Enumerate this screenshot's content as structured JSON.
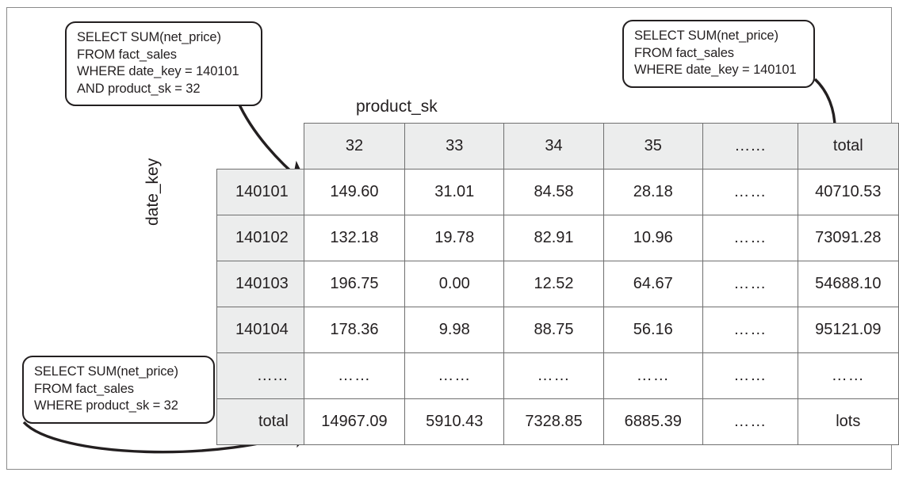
{
  "axis_labels": {
    "columns": "product_sk",
    "rows": "date_key"
  },
  "callouts": {
    "cell_query": {
      "name": "single-cell-query",
      "lines": [
        "SELECT SUM(net_price)",
        "FROM fact_sales",
        "WHERE date_key = 140101",
        "AND product_sk = 32"
      ]
    },
    "row_total_query": {
      "name": "row-total-query",
      "lines": [
        "SELECT SUM(net_price)",
        "FROM fact_sales",
        "WHERE date_key = 140101"
      ]
    },
    "column_total_query": {
      "name": "column-total-query",
      "lines": [
        "SELECT SUM(net_price)",
        "FROM fact_sales",
        "WHERE product_sk = 32"
      ]
    }
  },
  "table": {
    "corner": "",
    "column_headers": [
      "32",
      "33",
      "34",
      "35",
      "……",
      "total"
    ],
    "rows": [
      {
        "label": "140101",
        "values": [
          "149.60",
          "31.01",
          "84.58",
          "28.18",
          "……",
          "40710.53"
        ]
      },
      {
        "label": "140102",
        "values": [
          "132.18",
          "19.78",
          "82.91",
          "10.96",
          "……",
          "73091.28"
        ]
      },
      {
        "label": "140103",
        "values": [
          "196.75",
          "0.00",
          "12.52",
          "64.67",
          "……",
          "54688.10"
        ]
      },
      {
        "label": "140104",
        "values": [
          "178.36",
          "9.98",
          "88.75",
          "56.16",
          "……",
          "95121.09"
        ]
      },
      {
        "label": "……",
        "values": [
          "……",
          "……",
          "……",
          "……",
          "……",
          "……"
        ]
      },
      {
        "label": "total",
        "values": [
          "14967.09",
          "5910.43",
          "7328.85",
          "6885.39",
          "……",
          "lots"
        ]
      }
    ]
  },
  "operators": {
    "plus_symbol": "+"
  },
  "colors": {
    "header_fill": "#eceded",
    "line": "#6f6f6f",
    "ink": "#231f20",
    "frame": "#8a8a8a"
  }
}
